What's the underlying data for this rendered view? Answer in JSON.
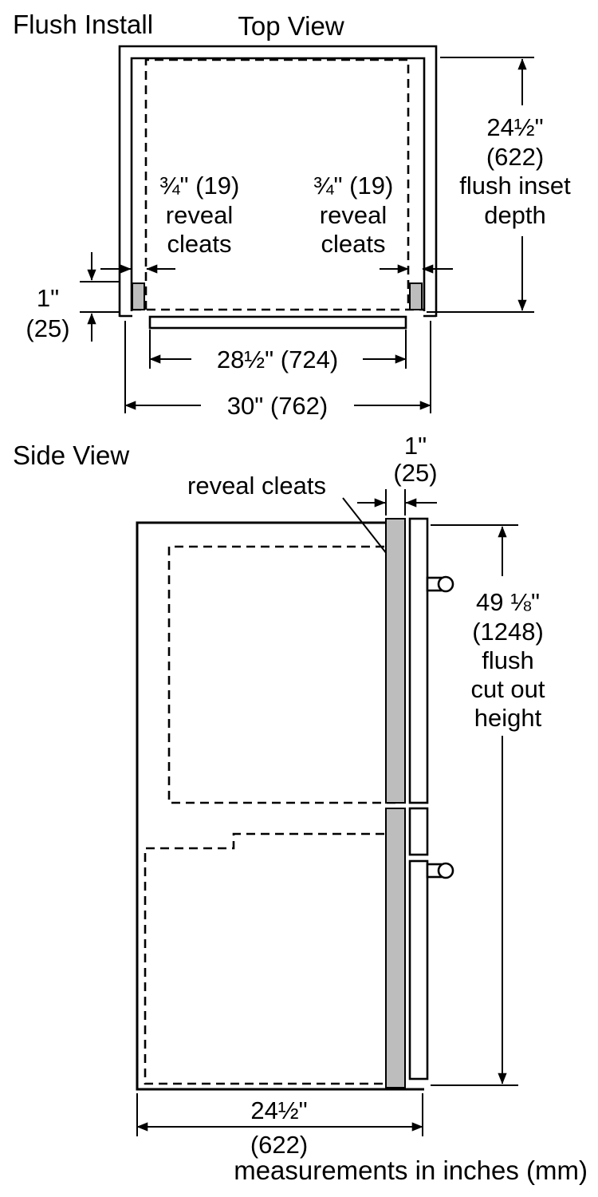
{
  "title": "Flush Install",
  "colors": {
    "line": "#000000",
    "cleat_fill": "#bdbdbd",
    "background": "#ffffff"
  },
  "top_view": {
    "label": "Top View",
    "reveal_dim_left": {
      "value": "¾\" (19)",
      "word1": "reveal",
      "word2": "cleats"
    },
    "reveal_dim_right": {
      "value": "¾\" (19)",
      "word1": "reveal",
      "word2": "cleats"
    },
    "side_reveal_dim": {
      "inches": "1\"",
      "mm": "(25)"
    },
    "inset_depth_dim": {
      "inches": "24½\"",
      "mm": "(622)",
      "desc1": "flush inset",
      "desc2": "depth"
    },
    "inner_width_dim": "28½\" (724)",
    "outer_width_dim": "30\" (762)"
  },
  "side_view": {
    "label": "Side View",
    "cleats_label": "reveal cleats",
    "cleat_width_dim": {
      "inches": "1\"",
      "mm": "(25)"
    },
    "cutout_height_dim": {
      "inches": "49 ⅛\"",
      "mm": "(1248)",
      "desc1": "flush",
      "desc2": "cut out",
      "desc3": "height"
    },
    "depth_dim": {
      "inches": "24½\"",
      "mm": "(622)"
    }
  },
  "footer": {
    "units_note": "measurements in inches (mm)"
  }
}
